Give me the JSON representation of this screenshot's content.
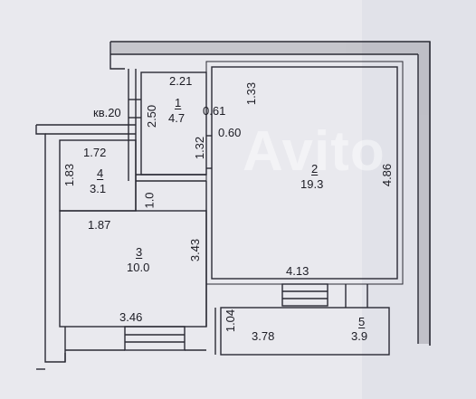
{
  "apartment_label": "кв.20",
  "watermark": "Avito",
  "rooms": [
    {
      "number": "1",
      "area": "4.7"
    },
    {
      "number": "2",
      "area": "19.3"
    },
    {
      "number": "3",
      "area": "10.0"
    },
    {
      "number": "4",
      "area": "3.1"
    },
    {
      "number": "5",
      "area": "3.9"
    }
  ],
  "dimensions": {
    "d_2_21": "2.21",
    "d_2_50": "2.50",
    "d_0_61": "0.61",
    "d_1_33": "1.33",
    "d_0_60": "0.60",
    "d_1_32": "1.32",
    "d_1_72": "1.72",
    "d_1_83": "1.83",
    "d_1_0": "1.0",
    "d_1_87": "1.87",
    "d_3_43": "3.43",
    "d_4_86": "4.86",
    "d_4_13": "4.13",
    "d_3_46": "3.46",
    "d_1_04": "1.04",
    "d_3_78": "3.78"
  }
}
